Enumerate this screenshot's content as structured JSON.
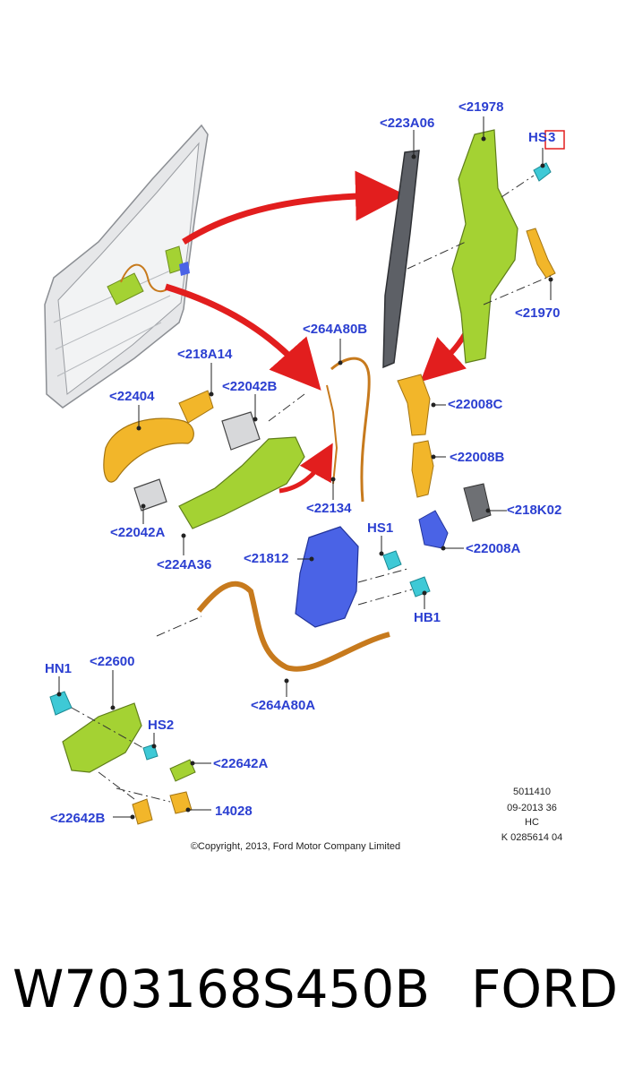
{
  "callouts": {
    "c223A06": "<223A06",
    "c21978": "<21978",
    "cHS3a": "HS",
    "cHS3b": "3",
    "c21970": "<21970",
    "c264A80B": "<264A80B",
    "c218A14": "<218A14",
    "c22042B": "<22042B",
    "c22404": "<22404",
    "c22008C": "<22008C",
    "c22008B": "<22008B",
    "c22134": "<22134",
    "c22042A": "<22042A",
    "c218K02": "<218K02",
    "cHS1": "HS1",
    "c22008A": "<22008A",
    "c224A36": "<224A36",
    "c21812": "<21812",
    "cHB1": "HB1",
    "cHN1": "HN1",
    "c22600": "<22600",
    "c264A80A": "<264A80A",
    "cHS2": "HS2",
    "c22642A": "<22642A",
    "c22642B": "<22642B",
    "c14028": "14028"
  },
  "meta": {
    "line1": "5011410",
    "line2": "09-2013 36",
    "line3": "HC",
    "line4": "K 0285614 04"
  },
  "copyright": "©Copyright, 2013, Ford Motor Company Limited",
  "caption": {
    "part_number": "W703168S450B",
    "brand": "FORD"
  },
  "colors": {
    "callout_text": "#2b3fd1",
    "part_green": "#a4d233",
    "part_orange": "#f2b62a",
    "part_blue": "#4a63e6",
    "part_cyan": "#3ec9d6",
    "cable_brown": "#c77a1d",
    "arrow_red": "#e21e1e",
    "highlight_box": "#e21e1e"
  }
}
